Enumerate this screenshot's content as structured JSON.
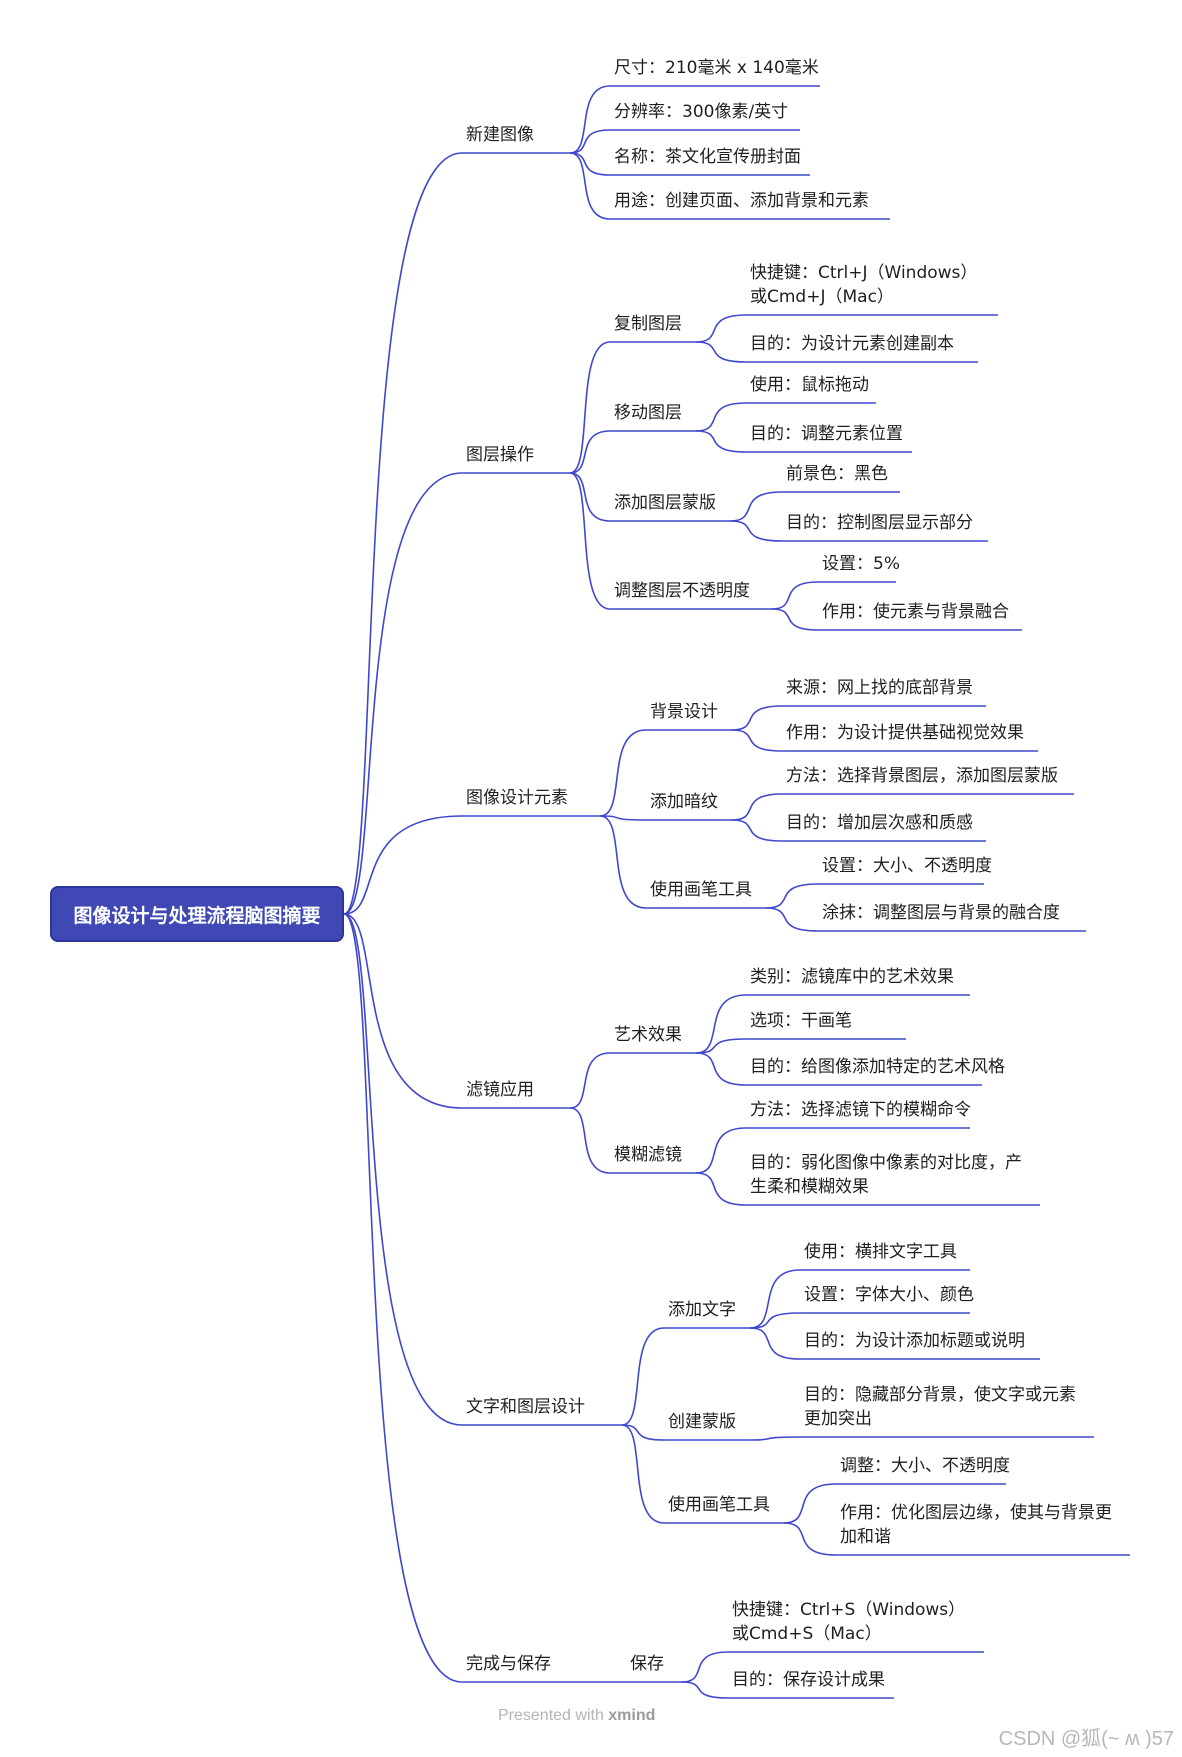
{
  "root": "图像设计与处理流程脑图摘要",
  "branches": [
    {
      "label": "新建图像",
      "items": [
        "尺寸：210毫米 x 140毫米",
        "分辨率：300像素/英寸",
        "名称：茶文化宣传册封面",
        "用途：创建页面、添加背景和元素"
      ]
    },
    {
      "label": "图层操作",
      "children": [
        {
          "label": "复制图层",
          "items": [
            "快捷键：Ctrl+J（Windows）或Cmd+J（Mac）",
            "目的：为设计元素创建副本"
          ]
        },
        {
          "label": "移动图层",
          "items": [
            "使用：鼠标拖动",
            "目的：调整元素位置"
          ]
        },
        {
          "label": "添加图层蒙版",
          "items": [
            "前景色：黑色",
            "目的：控制图层显示部分"
          ]
        },
        {
          "label": "调整图层不透明度",
          "items": [
            "设置：5%",
            "作用：使元素与背景融合"
          ]
        }
      ]
    },
    {
      "label": "图像设计元素",
      "children": [
        {
          "label": "背景设计",
          "items": [
            "来源：网上找的底部背景",
            "作用：为设计提供基础视觉效果"
          ]
        },
        {
          "label": "添加暗纹",
          "items": [
            "方法：选择背景图层，添加图层蒙版",
            "目的：增加层次感和质感"
          ]
        },
        {
          "label": "使用画笔工具",
          "items": [
            "设置：大小、不透明度",
            "涂抹：调整图层与背景的融合度"
          ]
        }
      ]
    },
    {
      "label": "滤镜应用",
      "children": [
        {
          "label": "艺术效果",
          "items": [
            "类别：滤镜库中的艺术效果",
            "选项：干画笔",
            "目的：给图像添加特定的艺术风格"
          ]
        },
        {
          "label": "模糊滤镜",
          "items": [
            "方法：选择滤镜下的模糊命令",
            "目的：弱化图像中像素的对比度，产生柔和模糊效果"
          ]
        }
      ]
    },
    {
      "label": "文字和图层设计",
      "children": [
        {
          "label": "添加文字",
          "items": [
            "使用：横排文字工具",
            "设置：字体大小、颜色",
            "目的：为设计添加标题或说明"
          ]
        },
        {
          "label": "创建蒙版",
          "items": [
            "目的：隐藏部分背景，使文字或元素更加突出"
          ]
        },
        {
          "label": "使用画笔工具",
          "items": [
            "调整：大小、不透明度",
            "作用：优化图层边缘，使其与背景更加和谐"
          ]
        }
      ]
    },
    {
      "label": "完成与保存",
      "children": [
        {
          "label": "保存",
          "items": [
            "快捷键：Ctrl+S（Windows）或Cmd+S（Mac）",
            "目的：保存设计成果"
          ]
        }
      ]
    }
  ],
  "footer": {
    "prefix": "Presented with ",
    "brand": "xmind"
  },
  "watermark": "CSDN @狐(~ ʍ )57",
  "colors": {
    "line": "#3f48cc",
    "root_fill": "#3f48b5"
  }
}
